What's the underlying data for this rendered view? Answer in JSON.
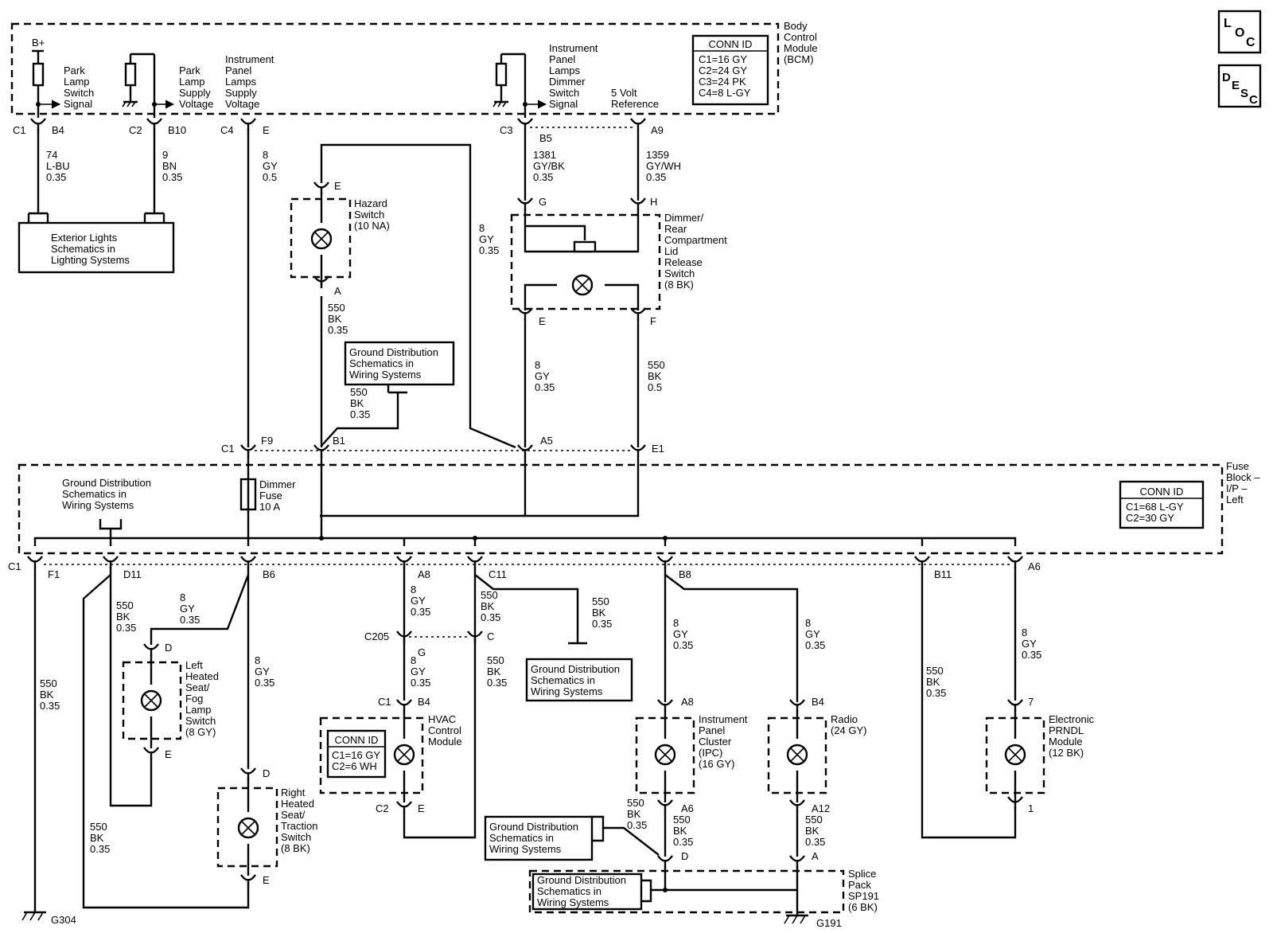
{
  "bcm": {
    "name": [
      "Body",
      "Control",
      "Module",
      "(BCM)"
    ],
    "conn_id": {
      "title": "CONN ID",
      "lines": [
        "C1=16 GY",
        "C2=24 GY",
        "C3=24 PK",
        "C4=8 L-GY"
      ]
    },
    "bplus": "B+",
    "signals": {
      "park_switch": [
        "Park",
        "Lamp",
        "Switch",
        "Signal"
      ],
      "park_supply": [
        "Park",
        "Lamp",
        "Supply",
        "Voltage"
      ],
      "ip_supply": [
        "Instrument",
        "Panel",
        "Lamps",
        "Supply",
        "Voltage"
      ],
      "dimmer_switch": [
        "Instrument",
        "Panel",
        "Lamps",
        "Dimmer",
        "Switch",
        "Signal"
      ],
      "ref5v": [
        "5 Volt",
        "Reference"
      ]
    },
    "pins": {
      "c1": "C1",
      "b4": "B4",
      "c2": "C2",
      "b10": "B10",
      "c4": "C4",
      "e": "E",
      "c3": "C3",
      "b5": "B5",
      "a9": "A9"
    }
  },
  "circuits": {
    "c74": [
      "74",
      "L-BU",
      "0.35"
    ],
    "c9": [
      "9",
      "BN",
      "0.35"
    ],
    "c8_05": [
      "8",
      "GY",
      "0.5"
    ],
    "c1381": [
      "1381",
      "GY/BK",
      "0.35"
    ],
    "c1359": [
      "1359",
      "GY/WH",
      "0.35"
    ],
    "c8_hz": [
      "8",
      "GY",
      "0.35"
    ],
    "c550_hz": [
      "550",
      "BK",
      "0.35"
    ],
    "c550_gd": [
      "550",
      "BK",
      "0.35"
    ],
    "c8_e": [
      "8",
      "GY",
      "0.35"
    ],
    "c550_f": [
      "550",
      "BK",
      "0.5"
    ],
    "c550_f1": [
      "550",
      "BK",
      "0.35"
    ],
    "c550_d11": [
      "550",
      "BK",
      "0.35"
    ],
    "c8_b6a": [
      "8",
      "GY",
      "0.35"
    ],
    "c8_b6b": [
      "8",
      "GY",
      "0.35"
    ],
    "c550_rh": [
      "550",
      "BK",
      "0.35"
    ],
    "c8_a8": [
      "8",
      "GY",
      "0.35"
    ],
    "c550_c11": [
      "550",
      "BK",
      "0.35"
    ],
    "c550_gd2": [
      "550",
      "BK",
      "0.35"
    ],
    "c8_g": [
      "8",
      "GY",
      "0.35"
    ],
    "c550_c": [
      "550",
      "BK",
      "0.35"
    ],
    "c8_b8": [
      "8",
      "GY",
      "0.35"
    ],
    "c8_b4": [
      "8",
      "GY",
      "0.35"
    ],
    "c550_b11": [
      "550",
      "BK",
      "0.35"
    ],
    "c8_a6": [
      "8",
      "GY",
      "0.35"
    ],
    "c550_ipc1": [
      "550",
      "BK",
      "0.35"
    ],
    "c550_ipc2": [
      "550",
      "BK",
      "0.35"
    ],
    "c550_radio": [
      "550",
      "BK",
      "0.35"
    ]
  },
  "refs": {
    "exterior": [
      "Exterior Lights",
      "Schematics in",
      "Lighting Systems"
    ],
    "ground1": [
      "Ground Distribution",
      "Schematics in",
      "Wiring Systems"
    ],
    "ground2": [
      "Ground Distribution",
      "Schematics in",
      "Wiring Systems"
    ],
    "ground3": [
      "Ground Distribution",
      "Schematics in",
      "Wiring Systems"
    ],
    "ground4": [
      "Ground Distribution",
      "Schematics in",
      "Wiring Systems"
    ],
    "ground5": [
      "Ground Distribution",
      "Schematics in",
      "Wiring Systems"
    ]
  },
  "hazard": {
    "name": [
      "Hazard",
      "Switch",
      "(10 NA)"
    ],
    "pin_top": "E",
    "pin_bot": "A"
  },
  "dimmer_switch": {
    "name": [
      "Dimmer/",
      "Rear",
      "Compartment",
      "Lid",
      "Release",
      "Switch",
      "(8 BK)"
    ],
    "pins": {
      "g": "G",
      "h": "H",
      "e": "E",
      "f": "F"
    }
  },
  "fuse_block": {
    "name": [
      "Fuse",
      "Block –",
      "I/P –",
      "Left"
    ],
    "conn_id": {
      "title": "CONN ID",
      "lines": [
        "C1=68 L-GY",
        "C2=30 GY"
      ]
    },
    "fuse": [
      "Dimmer",
      "Fuse",
      "10 A"
    ],
    "top_pins": {
      "c1": "C1",
      "f9": "F9",
      "b1": "B1",
      "a5": "A5",
      "e1": "E1"
    },
    "bot_pins": {
      "c1": "C1",
      "f1": "F1",
      "d11": "D11",
      "b6": "B6",
      "a8": "A8",
      "c11": "C11",
      "b8": "B8",
      "b11": "B11",
      "a6": "A6"
    }
  },
  "left_seat": {
    "name": [
      "Left",
      "Heated",
      "Seat/",
      "Fog",
      "Lamp",
      "Switch",
      "(8 GY)"
    ],
    "pin_top": "D",
    "pin_bot": "E"
  },
  "right_seat": {
    "name": [
      "Right",
      "Heated",
      "Seat/",
      "Traction",
      "Switch",
      "(8 BK)"
    ],
    "pin_top": "D",
    "pin_bot": "E"
  },
  "c205": {
    "label": "C205",
    "g": "G",
    "c": "C"
  },
  "hvac": {
    "name": [
      "HVAC",
      "Control",
      "Module"
    ],
    "conn_id": {
      "title": "CONN ID",
      "lines": [
        "C1=16 GY",
        "C2=6 WH"
      ]
    },
    "c1": "C1",
    "b4": "B4",
    "c2": "C2",
    "e": "E"
  },
  "ipc": {
    "name": [
      "Instrument",
      "Panel",
      "Cluster",
      "(IPC)",
      "(16 GY)"
    ],
    "pin_top": "A8",
    "pin_bot": "A6"
  },
  "radio": {
    "name": [
      "Radio",
      "(24 GY)"
    ],
    "pin_top": "B4",
    "pin_bot": "A12"
  },
  "prndl": {
    "name": [
      "Electronic",
      "PRNDL",
      "Module",
      "(12 BK)"
    ],
    "pin_top": "7",
    "pin_bot": "1"
  },
  "splice": {
    "name": [
      "Splice",
      "Pack",
      "SP191",
      "(6 BK)"
    ],
    "d": "D",
    "a": "A"
  },
  "grounds": {
    "g304": "G304",
    "g191": "G191"
  },
  "icons": {
    "loc": [
      "L",
      "O",
      "C"
    ],
    "desc": [
      "D",
      "E",
      "S",
      "C"
    ]
  }
}
